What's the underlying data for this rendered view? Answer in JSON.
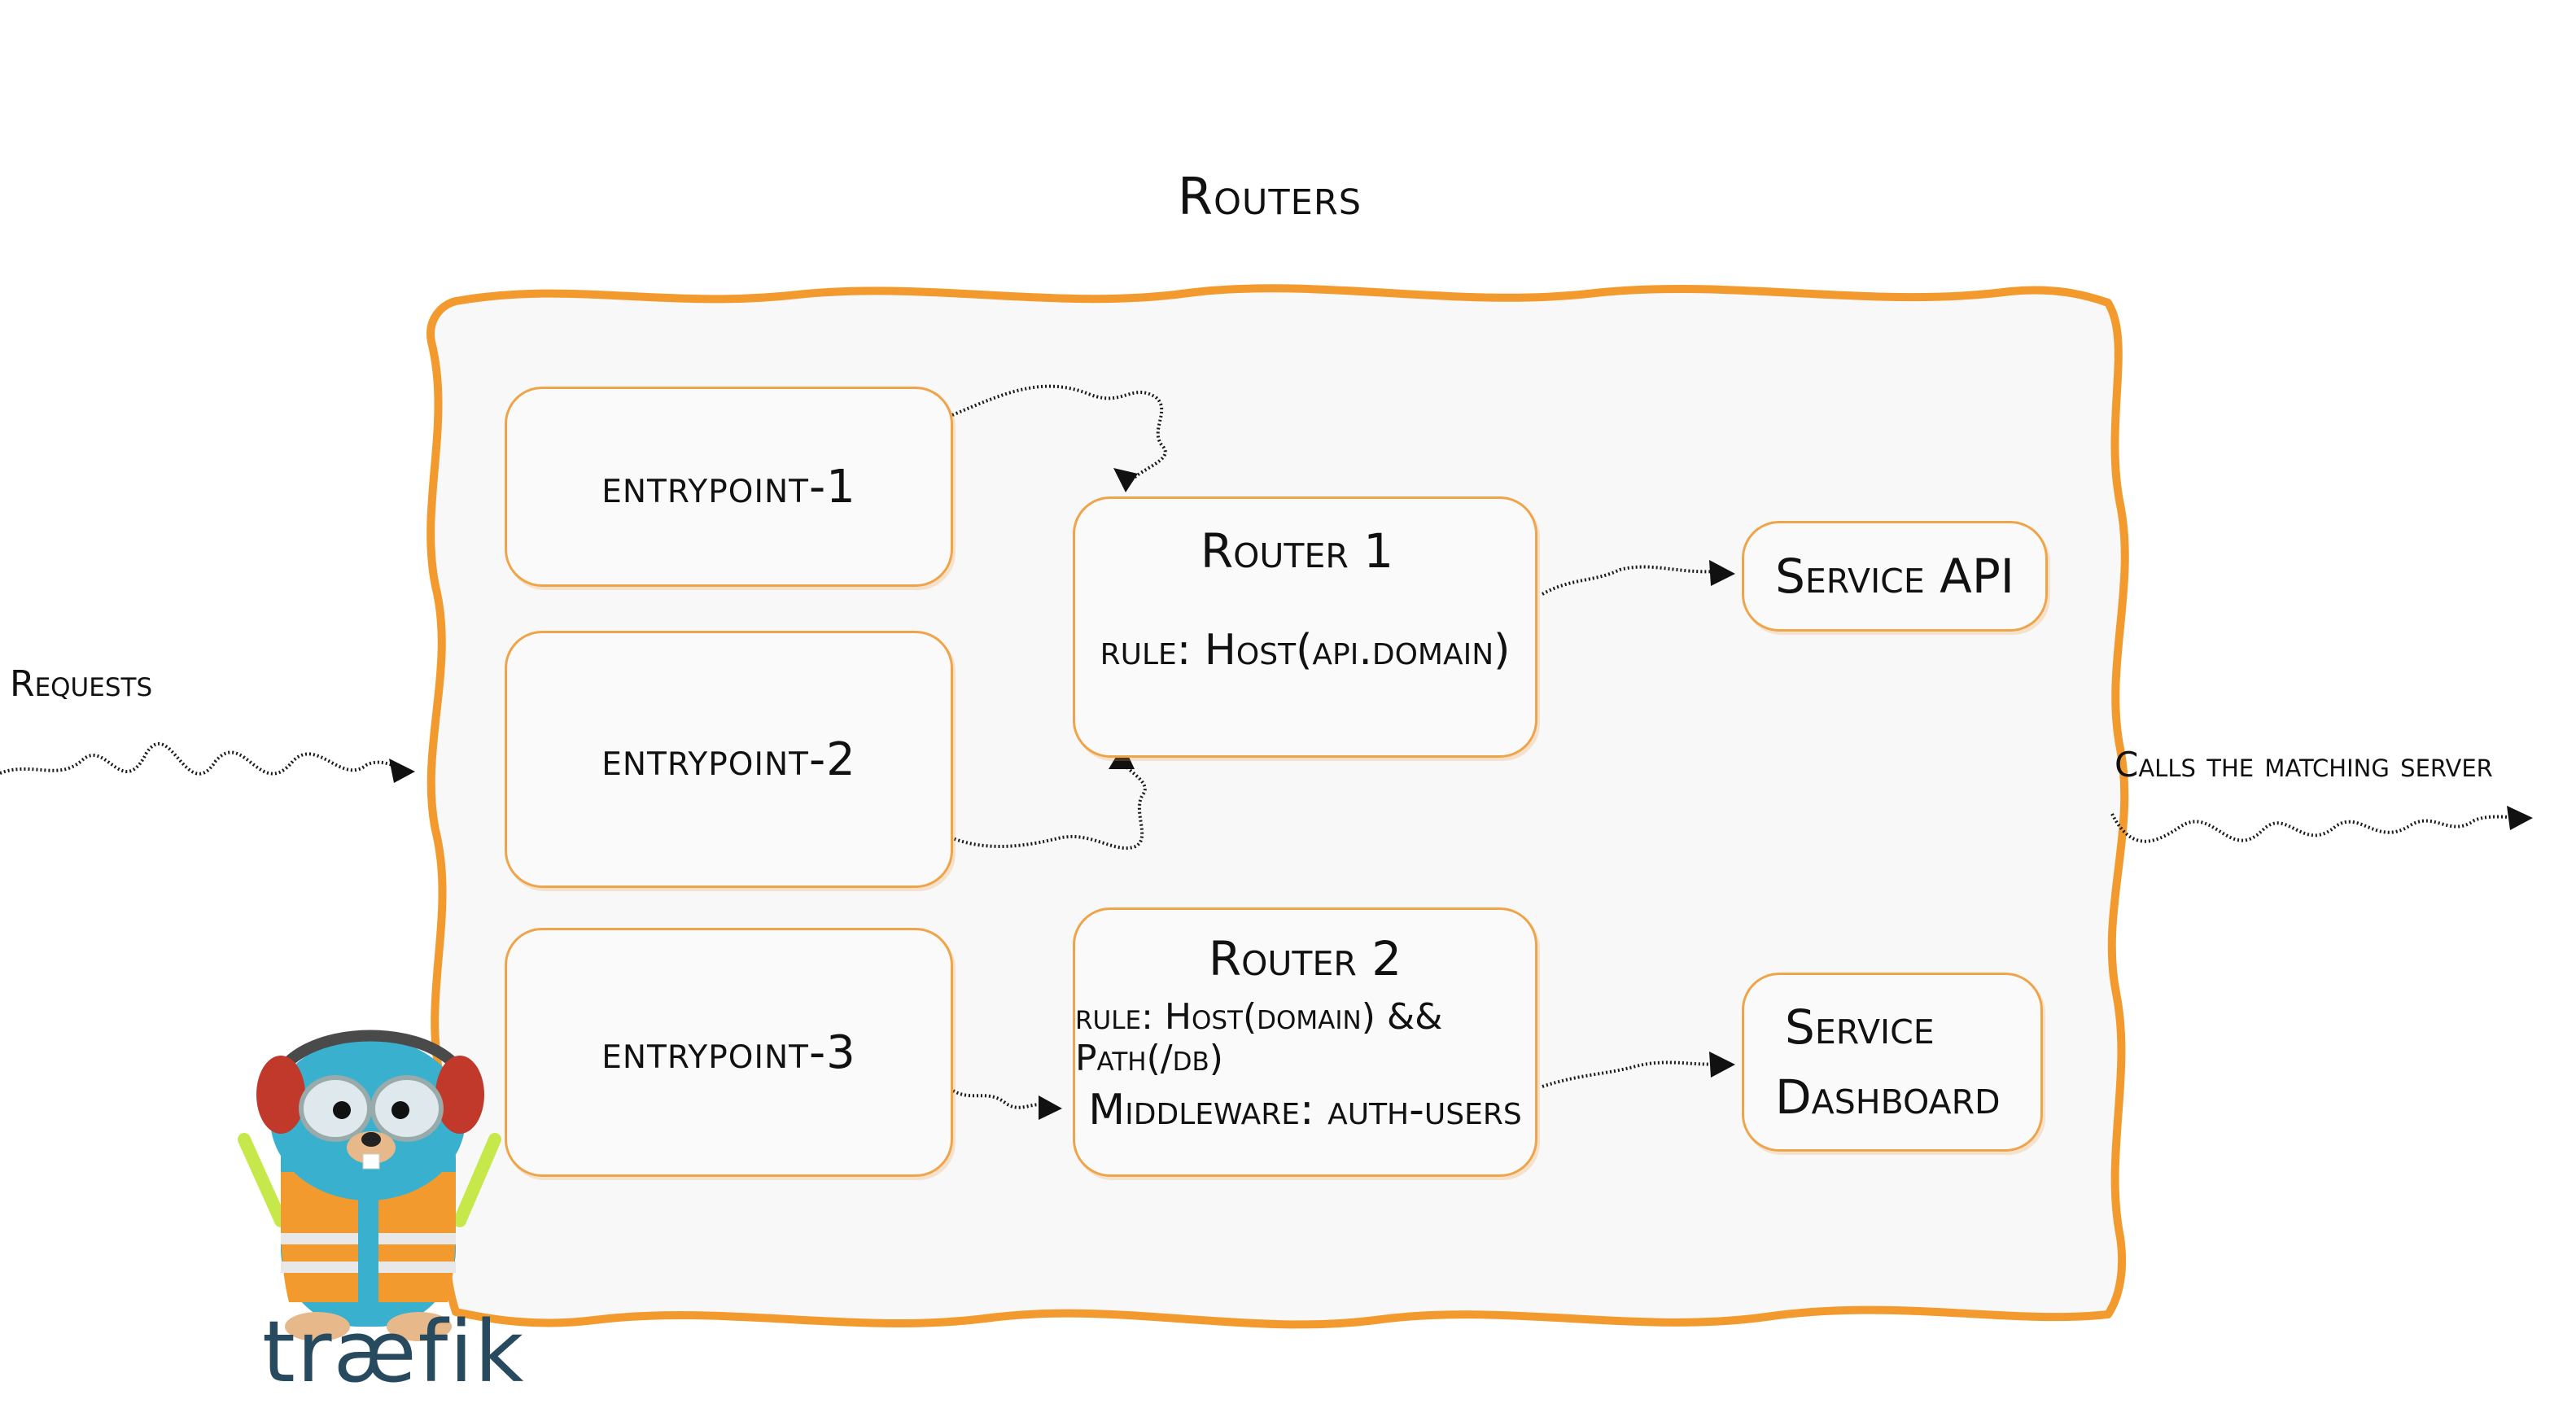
{
  "title": "Routers",
  "labels": {
    "requests": "Requests",
    "calls": "Calls the matching server"
  },
  "entrypoints": [
    {
      "label": "entrypoint-1"
    },
    {
      "label": "entrypoint-2"
    },
    {
      "label": "entrypoint-3"
    }
  ],
  "router1": {
    "name": "Router 1",
    "rule": "rule: Host(api.domain)"
  },
  "router2": {
    "name": "Router 2",
    "rule": "rule: Host(domain) && Path(/db)",
    "middleware": "Middleware: auth-users"
  },
  "services": {
    "api": "Service API",
    "dashboard_line1": "Service",
    "dashboard_line2": "Dashboard"
  },
  "logo": {
    "text": "træfik",
    "mascot": "gopher-mascot-icon"
  },
  "colors": {
    "frame_orange": "#f39a2e",
    "box_border": "#f0a44a",
    "gopher_blue": "#3ab0cf",
    "vest_orange": "#f39a2e",
    "logo_text": "#274a5e"
  }
}
